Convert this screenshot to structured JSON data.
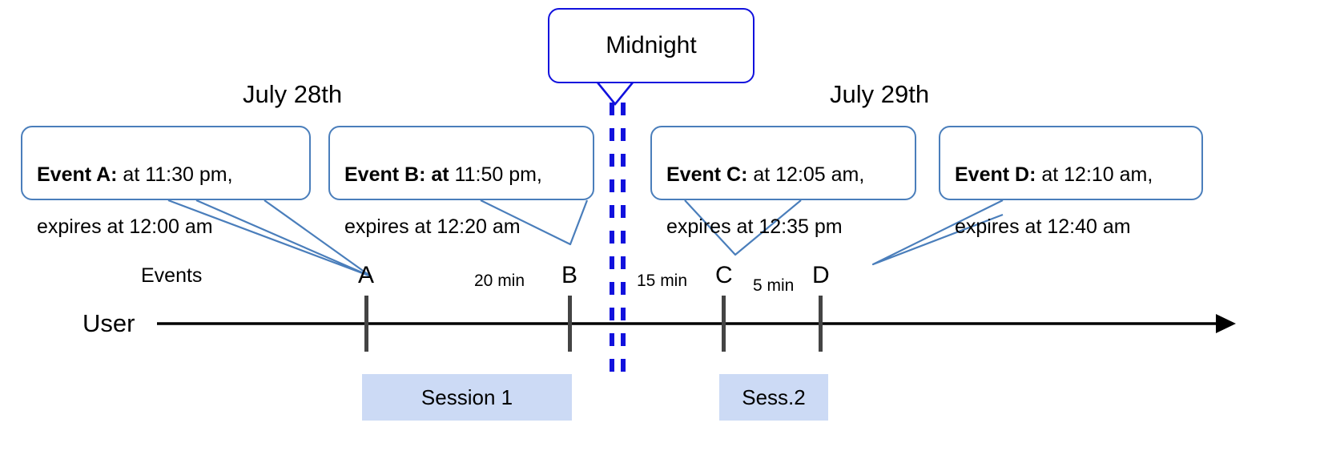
{
  "diagram": {
    "title_midnight": "Midnight",
    "dates": [
      {
        "label": "July 28th"
      },
      {
        "label": "July 29th"
      }
    ],
    "row_labels": {
      "events": "Events",
      "user": "User"
    },
    "callouts": [
      {
        "name": "event-a",
        "bold": "Event A:",
        "rest": " at 11:30 pm,",
        "line2": "expires at 12:00 am"
      },
      {
        "name": "event-b",
        "bold": "Event B: at",
        "rest": " 11:50 pm,",
        "line2": "expires at 12:20 am"
      },
      {
        "name": "event-c",
        "bold": "Event C:",
        "rest": " at 12:05 am,",
        "line2": "expires at 12:35 pm"
      },
      {
        "name": "event-d",
        "bold": "Event D:",
        "rest": "  at 12:10 am,",
        "line2": "expires at 12:40 am"
      }
    ],
    "events": [
      {
        "letter": "A"
      },
      {
        "letter": "B"
      },
      {
        "letter": "C"
      },
      {
        "letter": "D"
      }
    ],
    "gaps": [
      {
        "label": "20 min"
      },
      {
        "label": "15 min"
      },
      {
        "label": "5 min"
      }
    ],
    "sessions": [
      {
        "label": "Session 1"
      },
      {
        "label": "Sess.2"
      }
    ],
    "colors": {
      "callout_border": "#4a7ebb",
      "midnight_border": "#1111dd",
      "midnight_dash": "#1111dd",
      "session_fill": "#ccdaf5",
      "tick": "#444444",
      "axis": "#000000"
    }
  }
}
